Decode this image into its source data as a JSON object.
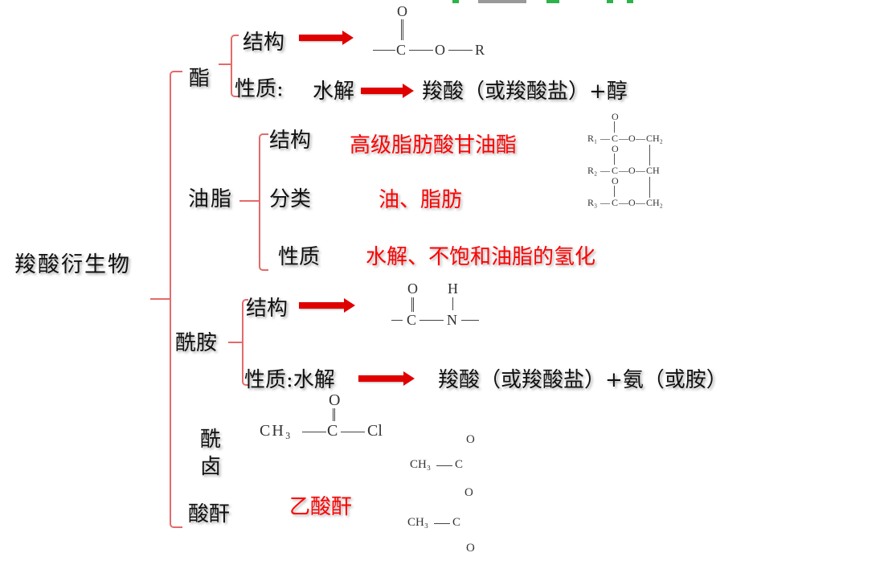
{
  "root": {
    "label": "羧酸衍生物"
  },
  "ester": {
    "label": "酯",
    "structure_label": "结构",
    "structure_formula": {
      "o_top": "O",
      "c": "C",
      "o": "O",
      "r": "R"
    },
    "property_label": "性质:",
    "property_reaction": "水解",
    "property_result": "羧酸（或羧酸盐）+醇"
  },
  "fat": {
    "label": "油脂",
    "structure_label": "结构",
    "structure_value": "高级脂肪酸甘油酯",
    "class_label": "分类",
    "class_value": "油、脂肪",
    "property_label": "性质",
    "property_value": "水解、不饱和油脂的氢化",
    "formula_rows": [
      {
        "r": "R₁",
        "c": "C",
        "o": "O",
        "g": "CH₂"
      },
      {
        "r": "R₂",
        "c": "C",
        "o": "O",
        "g": "CH"
      },
      {
        "r": "R₃",
        "c": "C",
        "o": "O",
        "g": "CH₂"
      }
    ],
    "formula_o": "O"
  },
  "amide": {
    "label": "酰胺",
    "structure_label": "结构",
    "structure_formula": {
      "o": "O",
      "h": "H",
      "c": "C",
      "n": "N"
    },
    "property_label": "性质:水解",
    "property_result": "羧酸（或羧酸盐）+氨（或胺）"
  },
  "acyl_halide": {
    "label_line1": "酰",
    "label_line2": "卤",
    "formula": {
      "ch3": "CH₃",
      "c": "C",
      "cl": "Cl",
      "o": "O"
    }
  },
  "anhydride": {
    "label": "酸酐",
    "example": "乙酸酐",
    "formula": {
      "ch3_top": "CH₃",
      "ch3_bottom": "CH₃",
      "c": "C",
      "o_top": "O",
      "o_mid": "O",
      "o_bottom": "O"
    }
  },
  "colors": {
    "bracket": "#e46a6a",
    "arrow": "#e00000",
    "highlight_text": "#ff0000",
    "title_fragment": "#2db34a"
  }
}
